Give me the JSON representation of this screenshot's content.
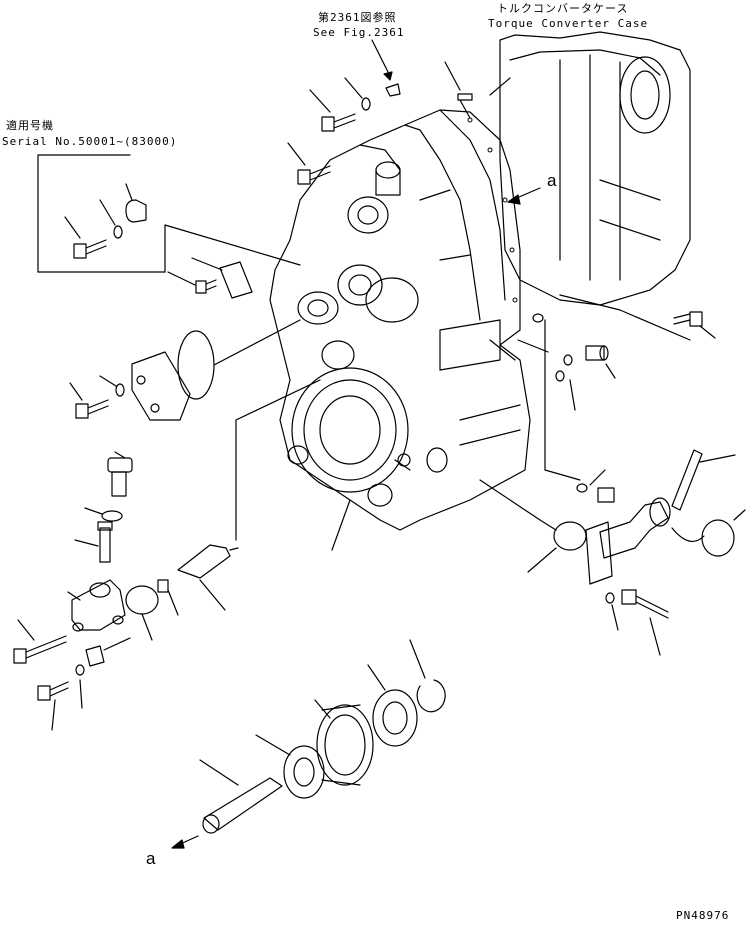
{
  "labels": {
    "fig_ref_jp": "第2361図参照",
    "fig_ref_en": "See Fig.2361",
    "case_jp": "トルクコンバータケース",
    "case_en": "Torque Converter Case",
    "serial_jp": "適用号機",
    "serial_en": "Serial No.50001~(83000)",
    "marker_top": "a",
    "marker_bottom": "a",
    "part_number": "PN48976"
  }
}
